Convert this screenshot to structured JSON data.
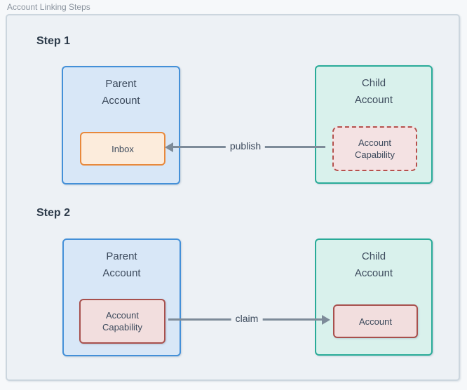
{
  "page_title": "Account Linking Steps",
  "steps": [
    {
      "heading": "Step 1",
      "parent_box": {
        "title": "Parent\nAccount",
        "inner": "Inbox"
      },
      "child_box": {
        "title": "Child\nAccount",
        "inner": "Account\nCapability"
      },
      "arrow_label": "publish",
      "arrow_direction": "left"
    },
    {
      "heading": "Step 2",
      "parent_box": {
        "title": "Parent\nAccount",
        "inner": "Account\nCapability"
      },
      "child_box": {
        "title": "Child\nAccount",
        "inner": "Account"
      },
      "arrow_label": "claim",
      "arrow_direction": "right"
    }
  ],
  "colors": {
    "page_bg": "#f6f8fa",
    "canvas_bg": "#edf1f5",
    "container_border": "#ccd6de",
    "outer_label": "#8a939e",
    "heading": "#2c3a49",
    "text": "#3c4a5c",
    "parent_fill": "#d8e7f7",
    "parent_border": "#4490d8",
    "child_fill": "#d9f1ec",
    "child_border": "#29ab98",
    "inbox_fill": "#fcecdc",
    "inbox_border": "#e8893c",
    "capability_fill": "#f4e2e3",
    "capability_border": "#b5514d",
    "account_fill": "#f2dede",
    "account_border": "#a8504d",
    "arrow": "#7d8b99"
  }
}
